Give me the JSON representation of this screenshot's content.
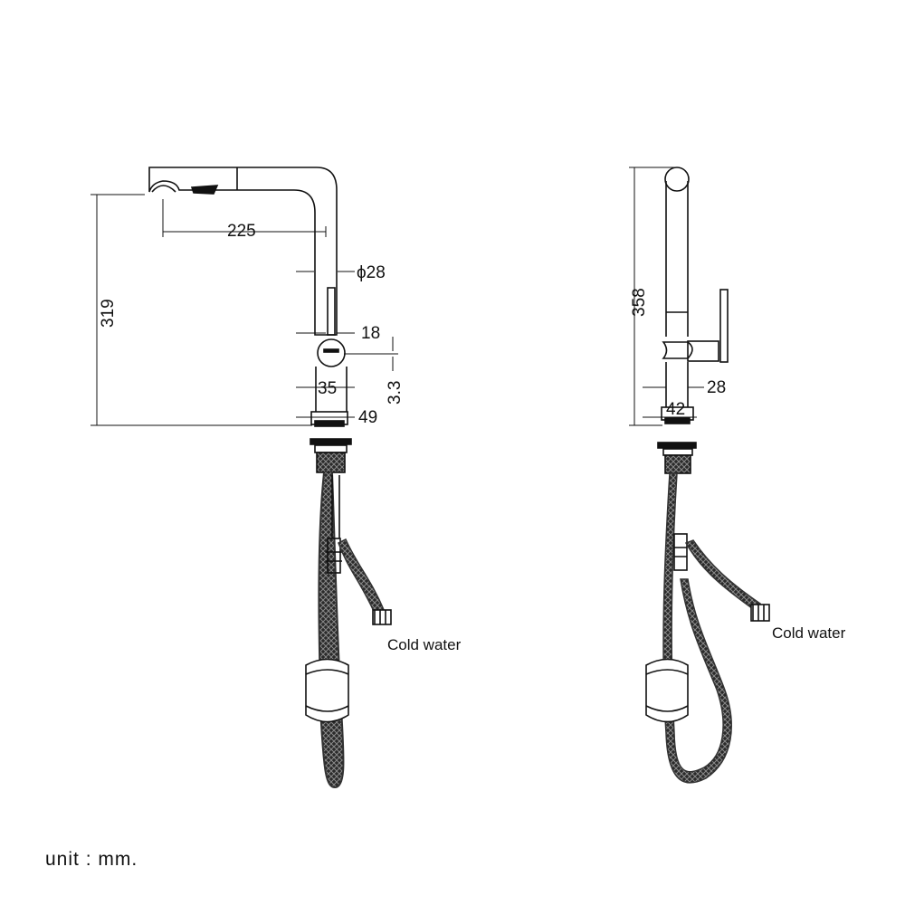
{
  "front_view": {
    "dimensions": {
      "reach": "225",
      "diameter": "ϕ28",
      "height": "319",
      "lever_width": "18",
      "lever_thickness": "3.3",
      "body_width": "35",
      "base_width": "49"
    },
    "hose_label": "Cold water"
  },
  "side_view": {
    "dimensions": {
      "height": "358",
      "handle_offset": "28",
      "base_width": "42"
    },
    "hose_label": "Cold water"
  },
  "unit_note": "unit : mm.",
  "colors": {
    "line": "#111111",
    "hose": "#2a2a2a",
    "background": "#ffffff"
  }
}
